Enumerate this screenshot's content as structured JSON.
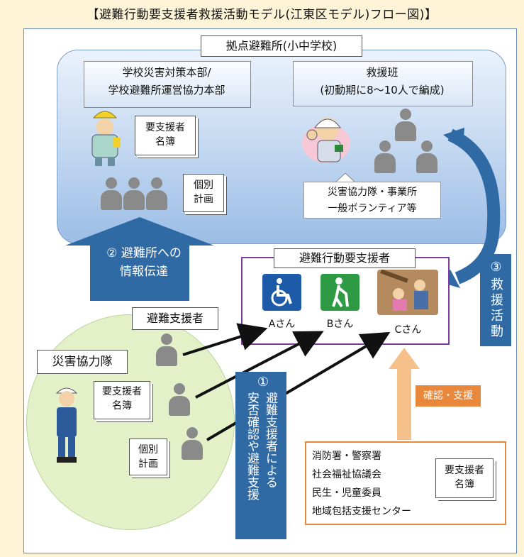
{
  "title": "【避難行動要支援者救援活動モデル(江東区モデル)フロー図)】",
  "base_shelter": {
    "label": "拠点避難所(小中学校)",
    "hq_label": "学校災害対策本部/\n学校避難所運営協力本部",
    "hq_doc1": "要支援者\n名簿",
    "hq_doc2": "個別\n計画",
    "rescue_label": "救援班\n(初動期に8～10人で編成)",
    "rescue_members": "災害協力隊・事業所\n一般ボランティア等"
  },
  "arrow2": "② 避難所への\n情報伝達",
  "arrow3": "③救援活動",
  "requirers": {
    "label": "避難行動要支援者",
    "a": "Aさん",
    "b": "Bさん",
    "c": "Cさん"
  },
  "supporters_label": "避難支援者",
  "cooperation_team": {
    "label": "災害協力隊",
    "doc1": "要支援者\n名簿",
    "doc2": "個別\n計画"
  },
  "arrow1_num": "①",
  "arrow1_text": "避難支援者による",
  "arrow1_text2": "安否確認や避難支援",
  "confirm_label": "確認・支援",
  "agencies": {
    "lines": [
      "消防署・警察署",
      "社会福祉協議会",
      "民生・児童委員",
      "地域包括支援センター"
    ],
    "doc": "要支援者\n名簿"
  },
  "colors": {
    "dark_blue": "#2f6aa5",
    "purple": "#7b3fa3",
    "orange": "#e9873a",
    "green_circle": "#e4f1c8"
  }
}
